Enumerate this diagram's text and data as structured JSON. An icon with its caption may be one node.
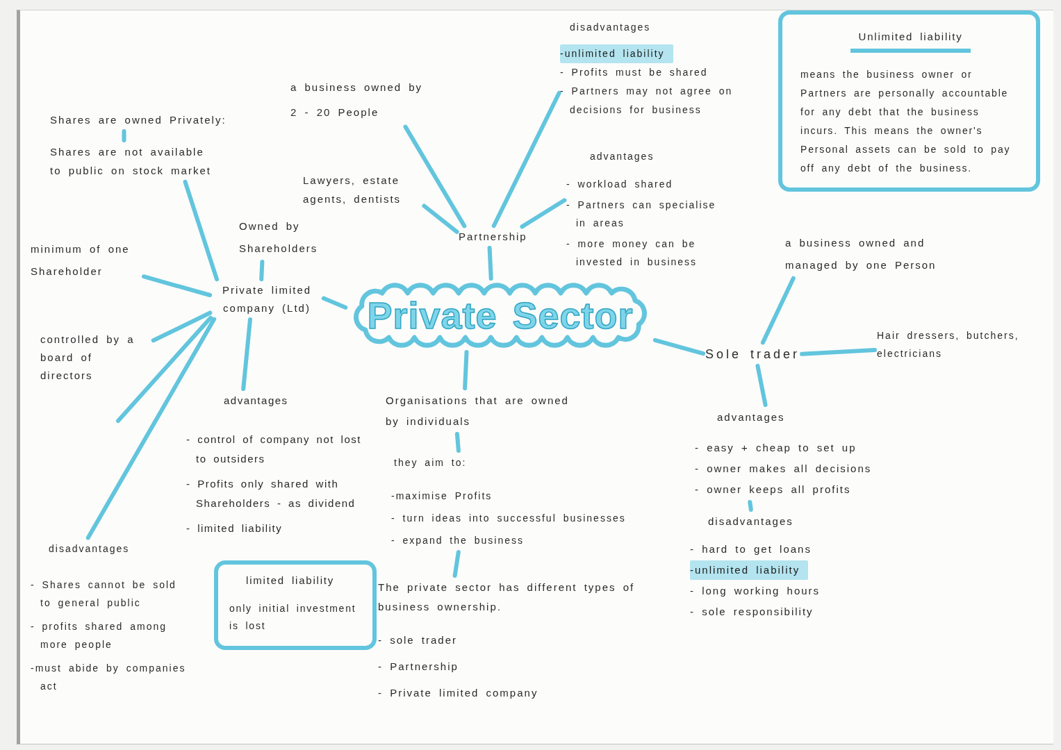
{
  "diagram": {
    "nodes": [
      {
        "text": [
          "disadvantages",
          "-unlimited liability",
          "- Profits must be shared",
          "- Partners may not agree on decisions for business"
        ]
      },
      {
        "text": [
          "Unlimited liability",
          "means the business owner or Partners are personally accountable for any debt that the business incurs. This means the owner's Personal assets can be sold to pay off any debt of the business."
        ]
      },
      {
        "text": [
          "a business owned by 2 - 20 People"
        ]
      },
      {
        "text": [
          "Shares are owned Privately:"
        ]
      },
      {
        "text": [
          "Shares are not available to public on stock market"
        ]
      },
      {
        "text": [
          "advantages",
          "- workload shared",
          "- Partners can specialise in areas",
          "- more money can be invested in business"
        ]
      },
      {
        "text": [
          "Lawyers, estate agents, dentists"
        ]
      },
      {
        "text": [
          "Owned by Shareholders"
        ]
      },
      {
        "text": [
          "Partnership"
        ]
      },
      {
        "text": [
          "a business owned and managed by one Person"
        ]
      },
      {
        "text": [
          "minimum of one Shareholder"
        ]
      },
      {
        "text": [
          "Private limited company (Ltd)"
        ]
      },
      {
        "text": [
          "Private Sector"
        ]
      },
      {
        "text": [
          "Hair dressers, butchers, electricians"
        ]
      },
      {
        "text": [
          "controlled by a board of directors"
        ]
      },
      {
        "text": [
          "Sole trader"
        ]
      },
      {
        "text": [
          "Organisations that are owned by individuals"
        ]
      },
      {
        "text": [
          "advantages",
          "- control of company not lost to outsiders",
          "- Profits only shared with Shareholders - as dividend",
          "- limited liability"
        ]
      },
      {
        "text": [
          "advantages",
          "- easy + cheap to set up",
          "- owner makes all decisions",
          "- owner keeps all profits"
        ]
      },
      {
        "text": [
          "they aim to:",
          "-maximise Profits",
          "- turn ideas into successful businesses",
          "- expand the business"
        ]
      },
      {
        "text": [
          "disadvantages",
          "- hard to get loans",
          "-unlimited liability",
          "- long working hours",
          "- sole responsibility"
        ]
      },
      {
        "text": [
          "disadvantages",
          "- Shares cannot be sold to general public",
          "- profits shared among more people",
          "-must abide by companies act"
        ]
      },
      {
        "text": [
          "limited liability",
          "only initial investment is lost"
        ]
      },
      {
        "text": [
          "The private sector has different types of business ownership.",
          "- sole trader",
          "- Partnership",
          "- Private limited company"
        ]
      }
    ],
    "edges": [
      {
        "from": 12,
        "to": 11,
        "arrow": "none"
      },
      {
        "from": 12,
        "to": 8,
        "arrow": "none"
      },
      {
        "from": 12,
        "to": 15,
        "arrow": "none"
      },
      {
        "from": 12,
        "to": 16,
        "arrow": "none"
      },
      {
        "from": 16,
        "to": 19,
        "arrow": "none"
      },
      {
        "from": 19,
        "to": 23,
        "arrow": "none"
      },
      {
        "from": 11,
        "to": 4,
        "arrow": "none"
      },
      {
        "from": 3,
        "to": 4,
        "arrow": "none"
      },
      {
        "from": 11,
        "to": 7,
        "arrow": "none"
      },
      {
        "from": 11,
        "to": 10,
        "arrow": "none"
      },
      {
        "from": 11,
        "to": 14,
        "arrow": "none"
      },
      {
        "from": 11,
        "to": null,
        "arrow": "none"
      },
      {
        "from": 11,
        "to": 21,
        "arrow": "none"
      },
      {
        "from": 11,
        "to": 17,
        "arrow": "none"
      },
      {
        "from": 8,
        "to": 2,
        "arrow": "none"
      },
      {
        "from": 8,
        "to": 6,
        "arrow": "none"
      },
      {
        "from": 8,
        "to": 0,
        "arrow": "none"
      },
      {
        "from": 8,
        "to": 5,
        "arrow": "none"
      },
      {
        "from": 15,
        "to": 9,
        "arrow": "none"
      },
      {
        "from": 15,
        "to": 13,
        "arrow": "none"
      },
      {
        "from": 15,
        "to": 18,
        "arrow": "none"
      },
      {
        "from": 18,
        "to": 20,
        "arrow": "none"
      }
    ]
  }
}
